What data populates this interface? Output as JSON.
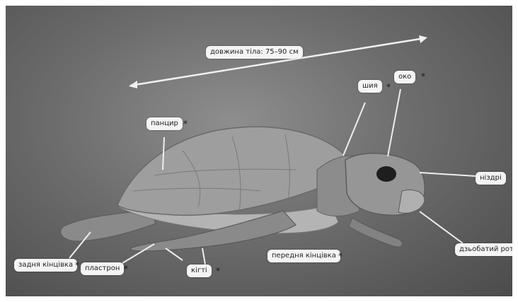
{
  "labels": {
    "length": "довжина тіла: 75–90 см",
    "neck": "шия",
    "eye": "око",
    "shell": "панцир",
    "nostrils": "ніздрі",
    "beak": "дзьобатий рот",
    "hind_flipper": "задня кінцівка",
    "plastron": "пластрон",
    "claws": "кігті",
    "front_flipper": "передня кінцівка"
  },
  "marker": "*"
}
